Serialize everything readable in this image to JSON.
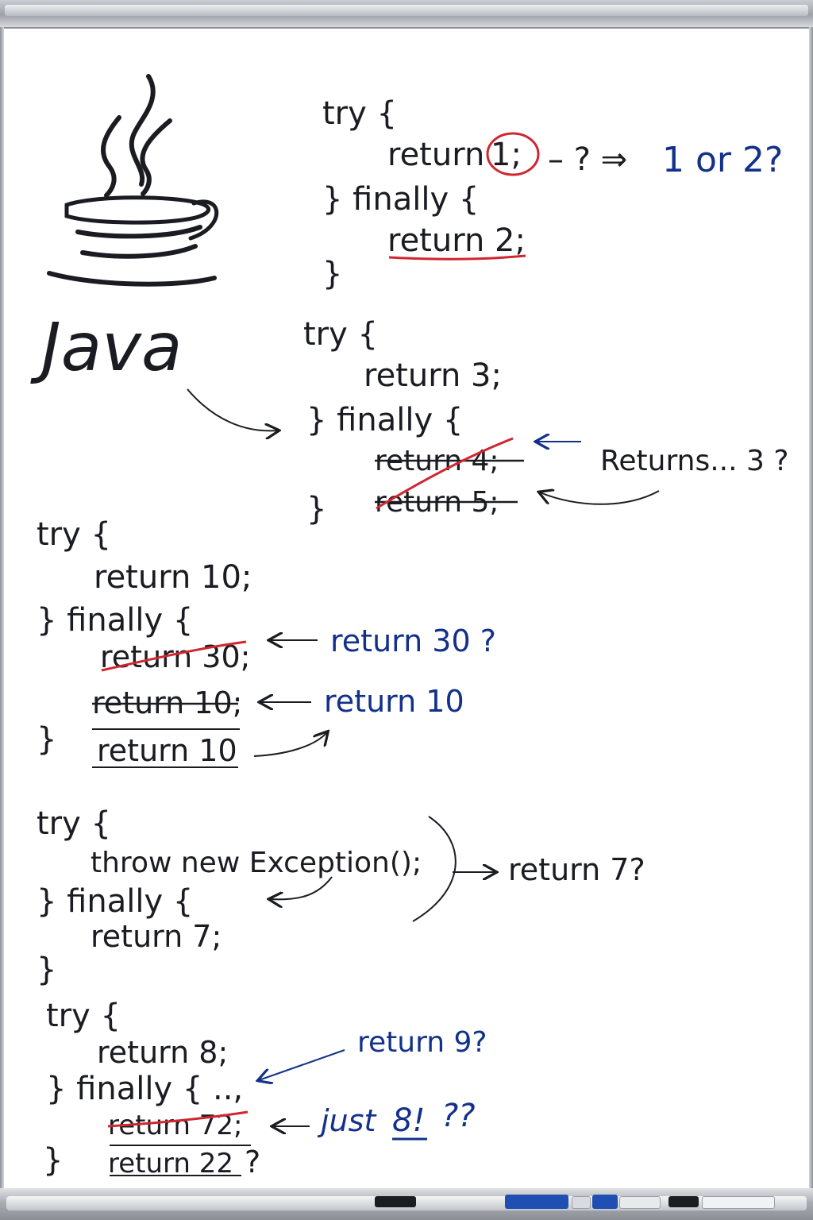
{
  "logo": {
    "wordmark": "Java"
  },
  "block1": {
    "try_open": "try {",
    "return_stmt": "return",
    "return_value": "1;",
    "finally_open": "} finally {",
    "finally_return": "return 2;",
    "close": "}",
    "note_arrow": "– ? ⇒",
    "note_answer": "1 or 2?"
  },
  "block2": {
    "try_open": "try {",
    "return_stmt": "return 3;",
    "finally_open": "} finally {",
    "struck1": "return 4;",
    "struck2": "return 5;",
    "close": "}",
    "note": "Returns... 3 ?"
  },
  "block3": {
    "try_open": "try {",
    "return_stmt": "return 10;",
    "finally_open": "} finally {",
    "struck1": "return 30;",
    "struck2": "return 10;",
    "final_line": "return 10",
    "close": "}",
    "note1": "return 30 ?",
    "note2": "return 10"
  },
  "block4": {
    "try_open": "try {",
    "throw_stmt": "throw new Exception();",
    "finally_open": "} finally {",
    "return_stmt": "return 7;",
    "close": "}",
    "note": "return 7?"
  },
  "block5": {
    "try_open": "try {",
    "return_stmt": "return 8;",
    "finally_open": "} finally { ..,",
    "struck1": "return 72;",
    "final_line": "return 22",
    "question": "?",
    "close": "}",
    "note1": "return 9?",
    "note2_prefix": "just",
    "note2_value": "8!",
    "note2_suffix": "??"
  },
  "colors": {
    "ink_black": "#1b1c22",
    "ink_blue": "#13318a",
    "ink_red": "#d0262f"
  }
}
